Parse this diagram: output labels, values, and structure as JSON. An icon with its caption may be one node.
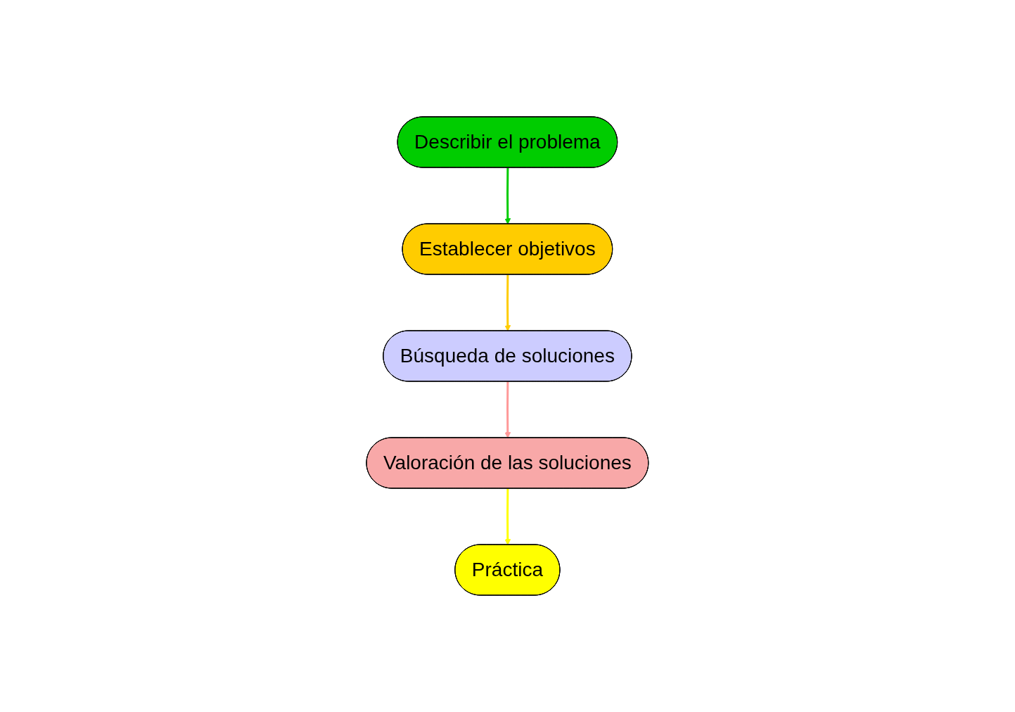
{
  "diagram": {
    "nodes": [
      {
        "text": [
          "Describir el problema"
        ]
      },
      {
        "text": [
          "Establecer objetivos"
        ]
      },
      {
        "text": [
          "Búsqueda de soluciones"
        ]
      },
      {
        "text": [
          "Valoración de las soluciones"
        ]
      },
      {
        "text": [
          "Práctica"
        ]
      }
    ],
    "edges": [
      {
        "from": 0,
        "to": 1,
        "arrow": "to",
        "color": "#00cc00"
      },
      {
        "from": 1,
        "to": 2,
        "arrow": "to",
        "color": "#ffcc00"
      },
      {
        "from": 2,
        "to": 3,
        "arrow": "to",
        "color": "#ff9999"
      },
      {
        "from": 3,
        "to": 4,
        "arrow": "to",
        "color": "#ffff00"
      }
    ]
  }
}
